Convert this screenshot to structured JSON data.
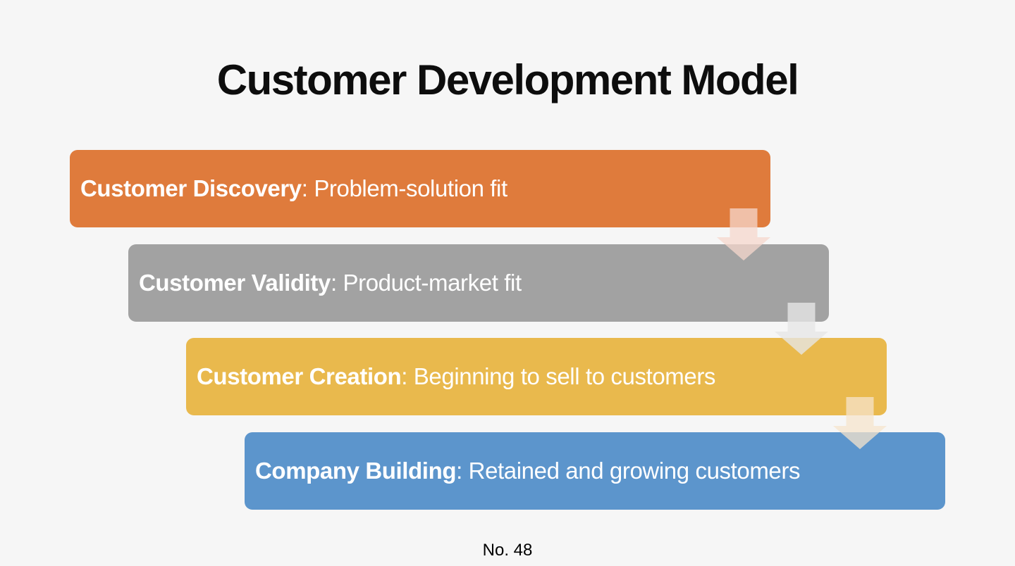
{
  "slide": {
    "title": "Customer Development Model",
    "page_number": "No. 48",
    "background_color": "#f6f6f6",
    "title_color": "#0d0d0d",
    "stages": [
      {
        "label": "Customer Discovery",
        "separator": ": ",
        "description": "Problem-solution fit",
        "color": "#df7b3c",
        "text_color": "#ffffff"
      },
      {
        "label": "Customer Validity",
        "separator": ": ",
        "description": "Product-market fit",
        "color": "#a2a2a2",
        "text_color": "#ffffff"
      },
      {
        "label": "Customer Creation",
        "separator": ": ",
        "description": "Beginning to sell to customers",
        "color": "#e9b94d",
        "text_color": "#ffffff"
      },
      {
        "label": "Company Building",
        "separator": ": ",
        "description": "Retained and growing customers",
        "color": "#5c95cc",
        "text_color": "#ffffff"
      }
    ],
    "arrows": [
      {
        "name": "down-arrow-1",
        "color": "rgba(246,215,204,0.75)"
      },
      {
        "name": "down-arrow-2",
        "color": "rgba(231,231,231,0.78)"
      },
      {
        "name": "down-arrow-3",
        "color": "rgba(246,228,204,0.75)"
      }
    ]
  }
}
